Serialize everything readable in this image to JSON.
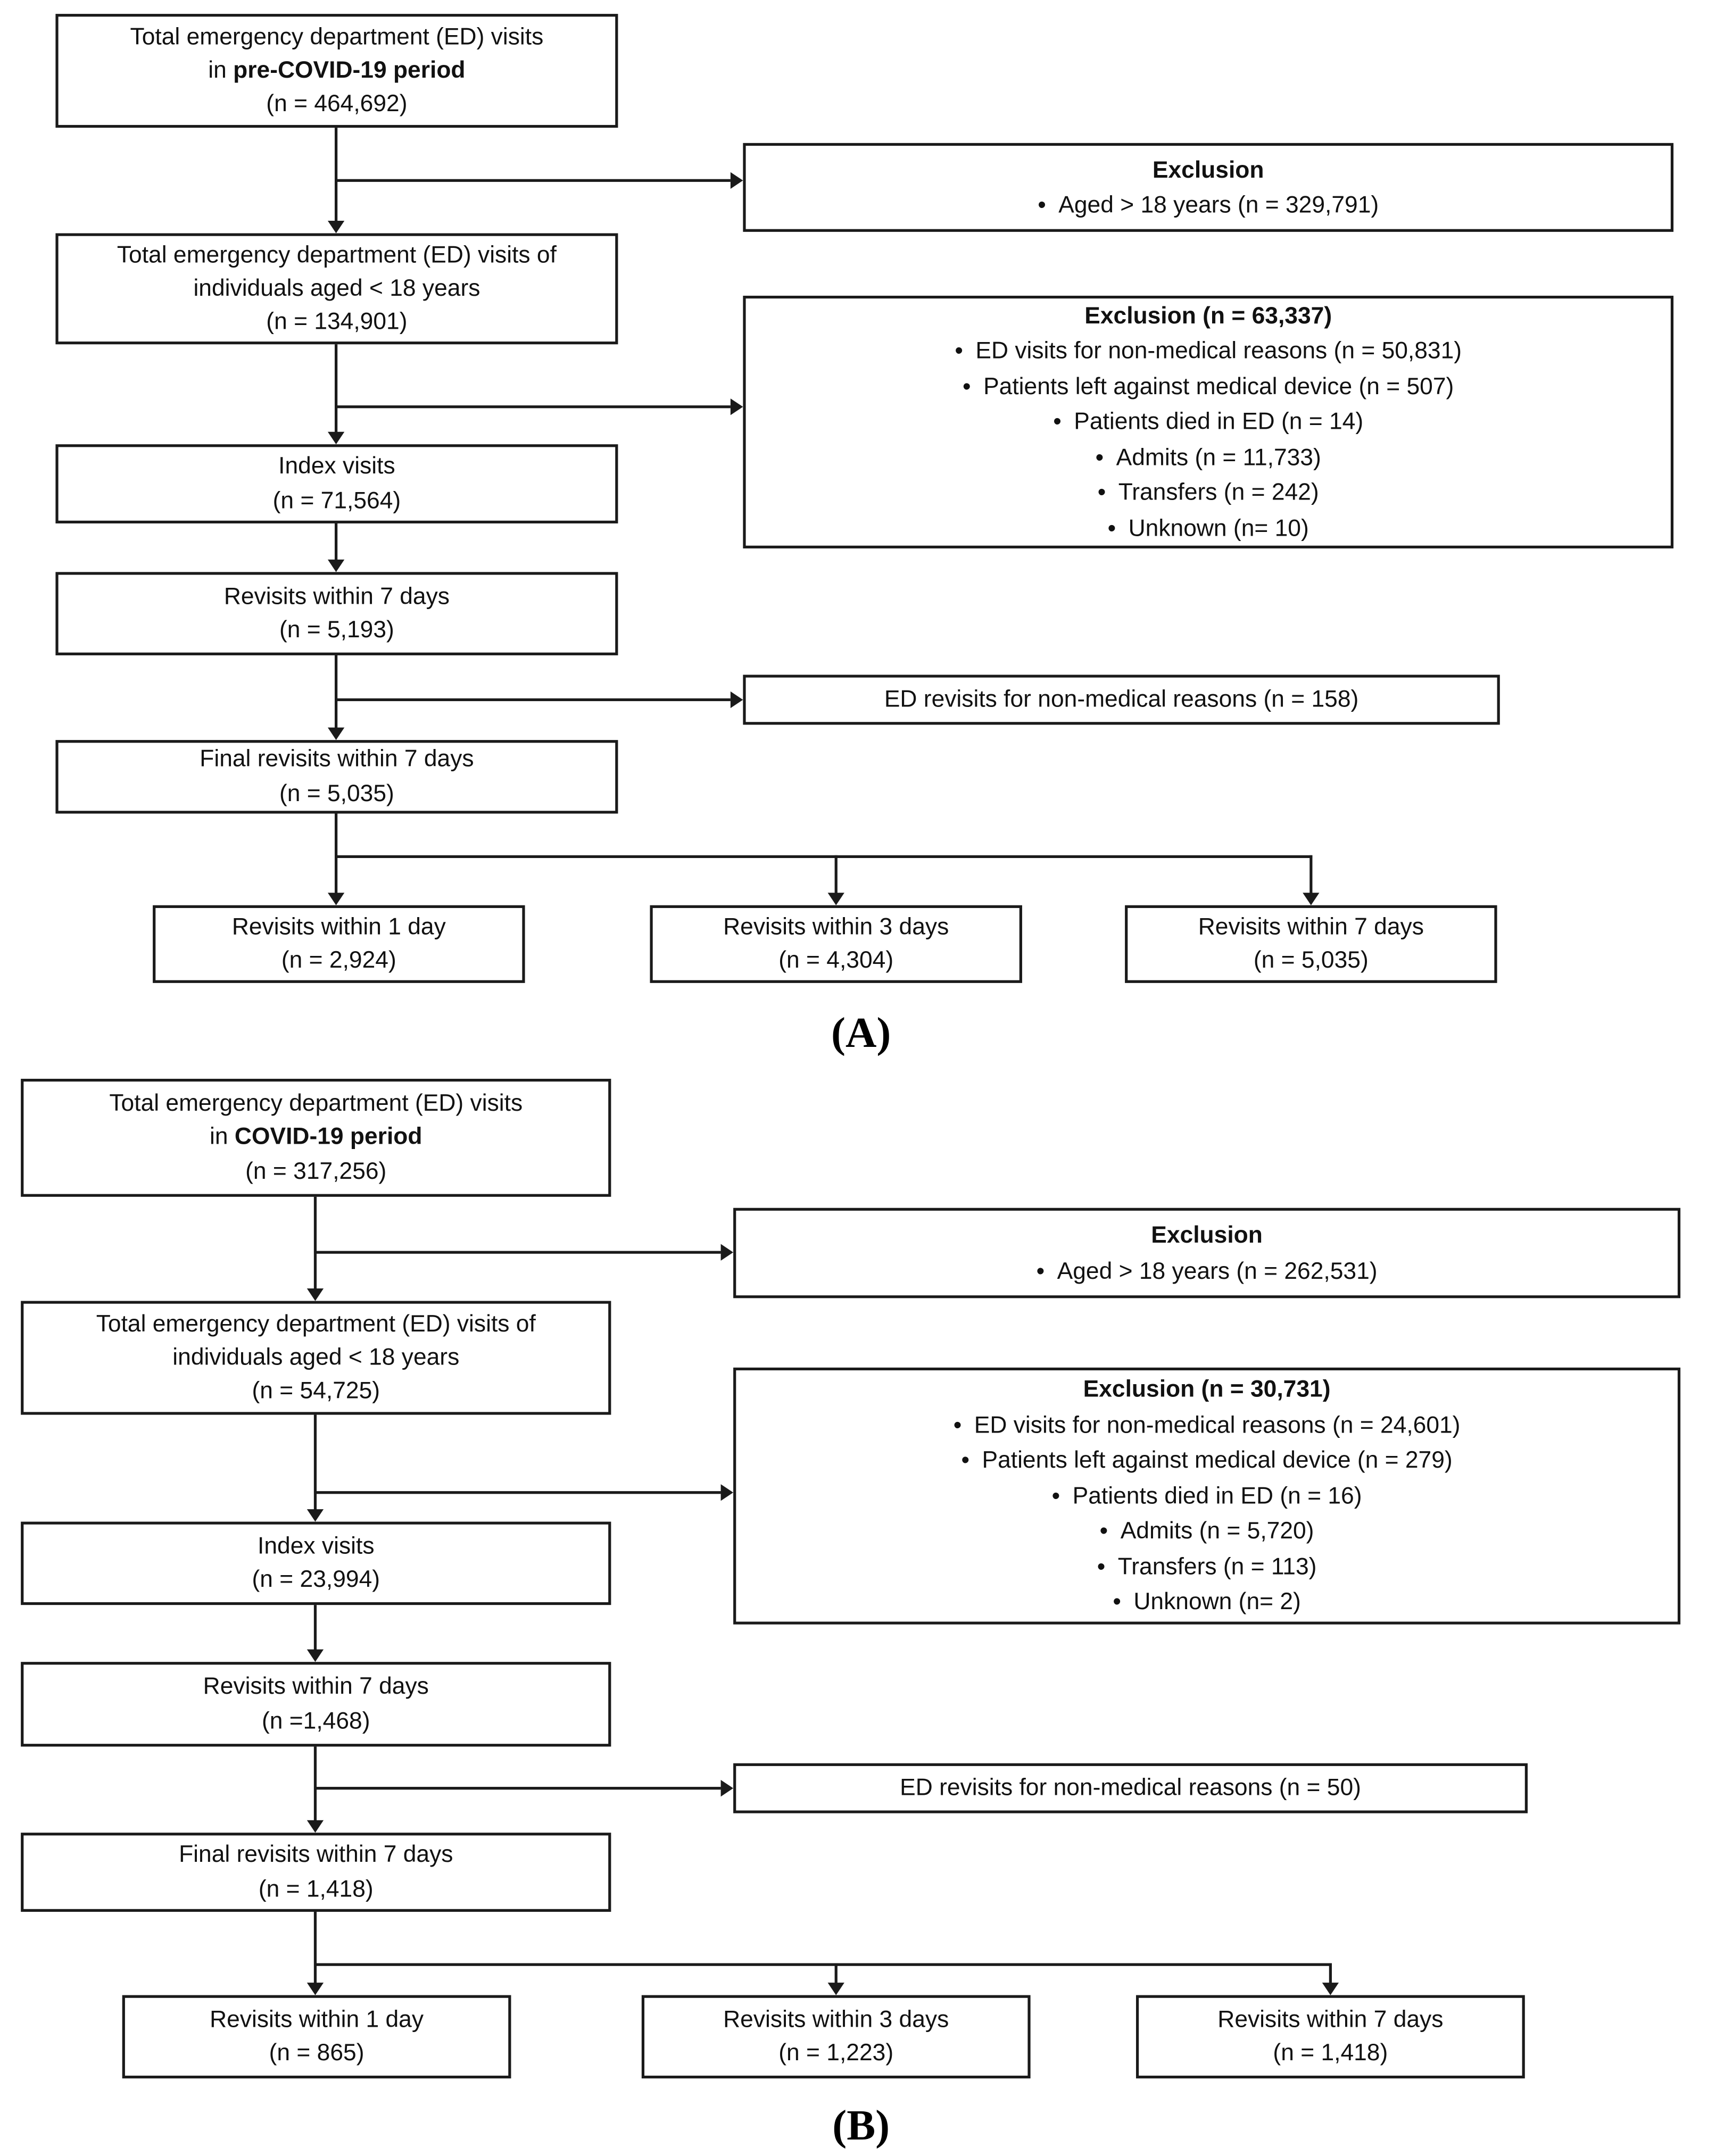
{
  "colors": {
    "line": "#1a1a1a",
    "background": "#ffffff",
    "text": "#111111"
  },
  "panels": [
    {
      "label": "(A)",
      "total_visits": {
        "l1": "Total emergency department (ED) visits",
        "prefix": "in",
        "period": "pre-COVID-19 period",
        "n": "(n = 464,692)"
      },
      "exclusion_age": {
        "title": "Exclusion",
        "items": [
          "Aged > 18 years (n = 329,791)"
        ]
      },
      "under18": {
        "l1": "Total emergency department (ED) visits of",
        "l2": "individuals aged < 18 years",
        "n": "(n = 134,901)"
      },
      "exclusion_main": {
        "title": "Exclusion (n = 63,337)",
        "items": [
          "ED visits for non-medical reasons (n = 50,831)",
          "Patients left against medical device (n = 507)",
          "Patients died in ED (n = 14)",
          "Admits (n = 11,733)",
          "Transfers (n = 242)",
          "Unknown (n= 10)"
        ]
      },
      "index_visits": {
        "l1": "Index visits",
        "n": "(n = 71,564)"
      },
      "revisits_7d": {
        "l1": "Revisits within 7 days",
        "n": "(n = 5,193)"
      },
      "nonmedical_revisits": {
        "text": "ED revisits for non-medical reasons (n = 158)"
      },
      "final_revisits": {
        "l1": "Final revisits within 7 days",
        "n": "(n = 5,035)"
      },
      "revisits_1d": {
        "l1": "Revisits within 1 day",
        "n": "(n = 2,924)"
      },
      "revisits_3d": {
        "l1": "Revisits within 3 days",
        "n": "(n = 4,304)"
      },
      "revisits_7d_final": {
        "l1": "Revisits within 7 days",
        "n": "(n = 5,035)"
      }
    },
    {
      "label": "(B)",
      "total_visits": {
        "l1": "Total emergency department (ED) visits",
        "prefix": "in",
        "period": "COVID-19 period",
        "n": "(n = 317,256)"
      },
      "exclusion_age": {
        "title": "Exclusion",
        "items": [
          "Aged > 18 years (n = 262,531)"
        ]
      },
      "under18": {
        "l1": "Total emergency department (ED) visits of",
        "l2": "individuals aged < 18 years",
        "n": "(n = 54,725)"
      },
      "exclusion_main": {
        "title": "Exclusion (n = 30,731)",
        "items": [
          "ED visits for non-medical reasons (n = 24,601)",
          "Patients left against medical device (n = 279)",
          "Patients died in ED (n = 16)",
          "Admits (n = 5,720)",
          "Transfers (n = 113)",
          "Unknown (n= 2)"
        ]
      },
      "index_visits": {
        "l1": "Index visits",
        "n": "(n = 23,994)"
      },
      "revisits_7d": {
        "l1": "Revisits within 7 days",
        "n": "(n =1,468)"
      },
      "nonmedical_revisits": {
        "text": "ED revisits for non-medical reasons (n = 50)"
      },
      "final_revisits": {
        "l1": "Final revisits within 7 days",
        "n": "(n = 1,418)"
      },
      "revisits_1d": {
        "l1": "Revisits within 1 day",
        "n": "(n = 865)"
      },
      "revisits_3d": {
        "l1": "Revisits within 3 days",
        "n": "(n = 1,223)"
      },
      "revisits_7d_final": {
        "l1": "Revisits within 7 days",
        "n": "(n = 1,418)"
      }
    }
  ]
}
